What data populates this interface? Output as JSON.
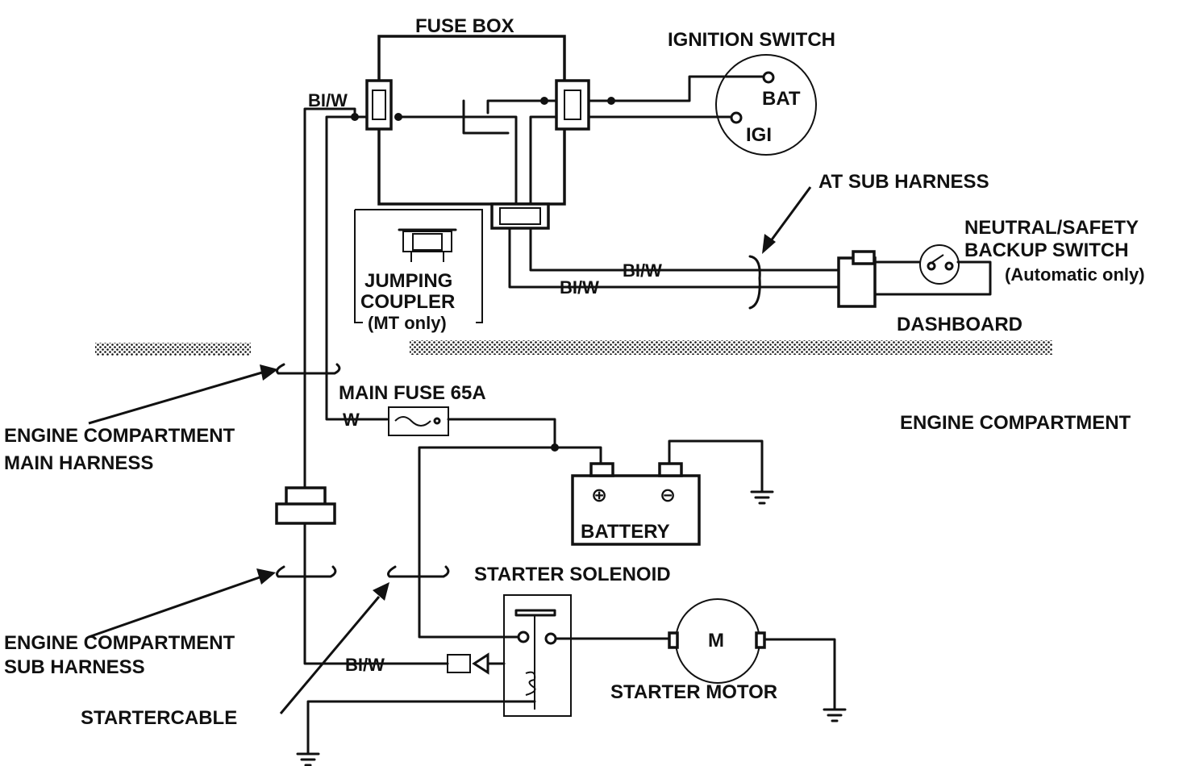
{
  "labels": {
    "fuse_box": "FUSE BOX",
    "ignition_switch": "IGNITION SWITCH",
    "bat": "BAT",
    "igi": "IGI",
    "at_sub_harness": "AT SUB HARNESS",
    "neutral_safety_line1": "NEUTRAL/SAFETY",
    "neutral_safety_line2": "BACKUP SWITCH",
    "neutral_safety_line3": "(Automatic only)",
    "jumping_line1": "JUMPING",
    "jumping_line2": "COUPLER",
    "jumping_line3": "(MT only)",
    "dashboard": "DASHBOARD",
    "engine_compartment": "ENGINE COMPARTMENT",
    "main_fuse": "MAIN FUSE 65A",
    "ec_main_harness_line1": "ENGINE COMPARTMENT",
    "ec_main_harness_line2": "MAIN HARNESS",
    "battery": "BATTERY",
    "battery_pos": "⊕",
    "battery_neg": "⊖",
    "starter_solenoid": "STARTER SOLENOID",
    "ec_sub_harness_line1": "ENGINE COMPARTMENT",
    "ec_sub_harness_line2": "SUB HARNESS",
    "starter_motor": "STARTER MOTOR",
    "motor_symbol": "M",
    "startercable": "STARTERCABLE"
  },
  "wire_codes": {
    "bi_w": "BI/W",
    "w": "W"
  }
}
